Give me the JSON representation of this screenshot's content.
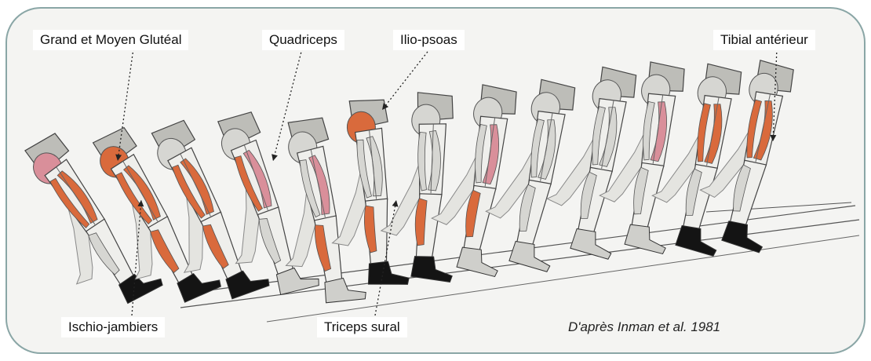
{
  "colors": {
    "frame": "#8aa6a6",
    "panel": "#f4f4f2",
    "active_muscle": "#d96a3c",
    "weak_muscle": "#d98f9a",
    "inactive_muscle": "#d6d6d2",
    "shoe": "#141414",
    "pointer": "#222222"
  },
  "labels": {
    "gluteal": "Grand et Moyen Glutéal",
    "quadriceps": "Quadriceps",
    "iliopsoas": "Ilio-psoas",
    "tibialis": "Tibial antérieur",
    "hamstrings": "Ischio-jambiers",
    "triceps": "Triceps sural"
  },
  "credit": "D'après Inman et al. 1981",
  "figures": [
    {
      "glute": "weak",
      "quad": "active",
      "ham": "active",
      "calf": "inactive",
      "shoe": "dark"
    },
    {
      "glute": "active",
      "quad": "active",
      "ham": "active",
      "calf": "active",
      "shoe": "dark"
    },
    {
      "glute": "inactive",
      "quad": "active",
      "ham": "active",
      "calf": "active",
      "shoe": "dark"
    },
    {
      "glute": "inactive",
      "quad": "weak",
      "ham": "active",
      "calf": "inactive",
      "shoe": "light"
    },
    {
      "glute": "inactive",
      "quad": "weak",
      "ham": "inactive",
      "calf": "active",
      "shoe": "light"
    },
    {
      "glute": "active",
      "quad": "inactive",
      "ham": "inactive",
      "calf": "active",
      "shoe": "dark"
    },
    {
      "glute": "inactive",
      "quad": "inactive",
      "ham": "inactive",
      "calf": "active",
      "shoe": "dark"
    },
    {
      "glute": "inactive",
      "quad": "weak",
      "ham": "inactive",
      "calf": "active",
      "shoe": "light"
    },
    {
      "glute": "inactive",
      "quad": "inactive",
      "ham": "inactive",
      "calf": "inactive",
      "shoe": "light"
    },
    {
      "glute": "inactive",
      "quad": "inactive",
      "ham": "inactive",
      "calf": "inactive",
      "shoe": "light"
    },
    {
      "glute": "inactive",
      "quad": "weak",
      "ham": "inactive",
      "calf": "inactive",
      "shoe": "light"
    },
    {
      "glute": "inactive",
      "quad": "active",
      "ham": "active",
      "calf": "inactive",
      "shoe": "dark"
    },
    {
      "glute": "inactive",
      "quad": "active",
      "ham": "active",
      "calf": "inactive",
      "shoe": "dark"
    }
  ]
}
